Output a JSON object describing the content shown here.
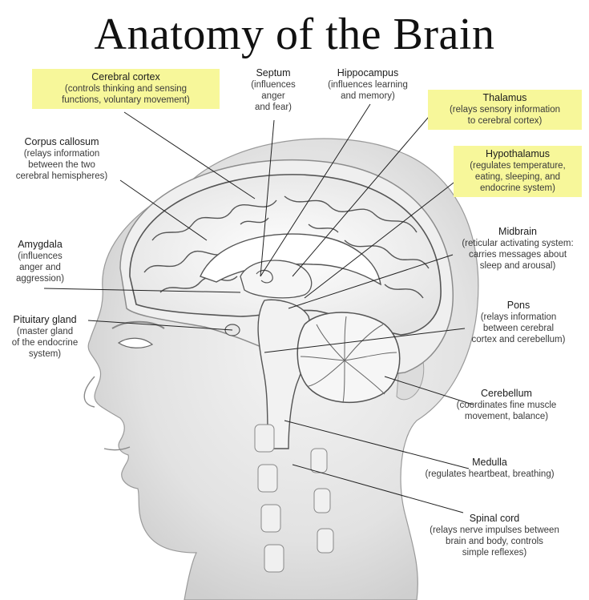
{
  "title": "Anatomy of the Brain",
  "labels": {
    "cerebral_cortex": {
      "name": "Cerebral cortex",
      "desc": "(controls thinking and sensing\nfunctions, voluntary movement)"
    },
    "septum": {
      "name": "Septum",
      "desc": "(influences\nanger\nand fear)"
    },
    "hippocampus": {
      "name": "Hippocampus",
      "desc": "(influences learning\nand memory)"
    },
    "thalamus": {
      "name": "Thalamus",
      "desc": "(relays sensory information\nto cerebral cortex)"
    },
    "corpus_callosum": {
      "name": "Corpus callosum",
      "desc": "(relays information\nbetween the two\ncerebral hemispheres)"
    },
    "hypothalamus": {
      "name": "Hypothalamus",
      "desc": "(regulates temperature,\neating, sleeping, and\nendocrine system)"
    },
    "amygdala": {
      "name": "Amygdala",
      "desc": "(influences\nanger and\naggression)"
    },
    "midbrain": {
      "name": "Midbrain",
      "desc": "(reticular activating system:\ncarries messages about\nsleep and arousal)"
    },
    "pituitary": {
      "name": "Pituitary gland",
      "desc": "(master gland\nof the endocrine\nsystem)"
    },
    "pons": {
      "name": "Pons",
      "desc": "(relays information\nbetween cerebral\ncortex and cerebellum)"
    },
    "cerebellum": {
      "name": "Cerebellum",
      "desc": "(coordinates fine muscle\nmovement, balance)"
    },
    "medulla": {
      "name": "Medulla",
      "desc": "(regulates heartbeat, breathing)"
    },
    "spinal_cord": {
      "name": "Spinal cord",
      "desc": "(relays nerve impulses between\nbrain and body, controls\nsimple reflexes)"
    }
  },
  "colors": {
    "highlight": "#f7f79a",
    "line": "#222222",
    "skin_shade": "#d9d9d9",
    "background": "#ffffff"
  }
}
